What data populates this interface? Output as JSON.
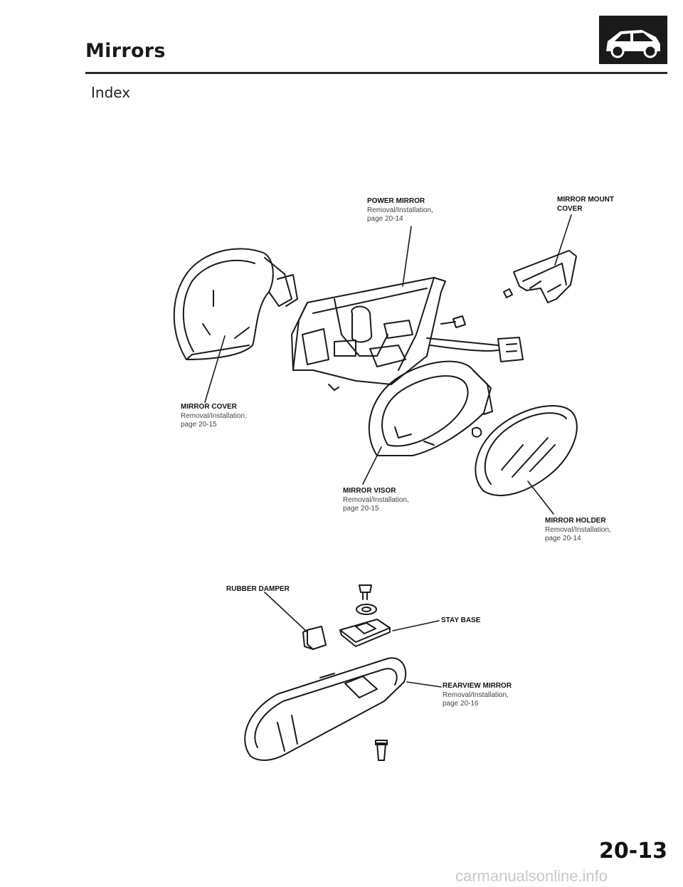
{
  "header": {
    "title": "Mirrors",
    "subtitle": "Index",
    "badge_icon": "car-icon"
  },
  "callouts": {
    "power_mirror": {
      "name": "POWER MIRROR",
      "line1": "Removal/Installation,",
      "line2": "page 20-14"
    },
    "mirror_mount_cover": {
      "name": "MIRROR MOUNT",
      "line1": "COVER"
    },
    "mirror_cover": {
      "name": "MIRROR COVER",
      "line1": "Removal/Installation,",
      "line2": "page 20-15"
    },
    "mirror_visor": {
      "name": "MIRROR VISOR",
      "line1": "Removal/Installation,",
      "line2": "page 20-15"
    },
    "mirror_holder": {
      "name": "MIRROR HOLDER",
      "line1": "Removal/Installation,",
      "line2": "page 20-14"
    },
    "rubber_damper": {
      "name": "RUBBER DAMPER"
    },
    "stay_base": {
      "name": "STAY BASE"
    },
    "rearview_mirror": {
      "name": "REARVIEW MIRROR",
      "line1": "Removal/Installation,",
      "line2": "page 20-16"
    }
  },
  "footer": {
    "page_number": "20-13",
    "watermark": "carmanualsonline.info"
  },
  "colors": {
    "ink": "#1a1a1a",
    "rule": "#2a2a2a",
    "watermark": "#c8c8c8"
  }
}
